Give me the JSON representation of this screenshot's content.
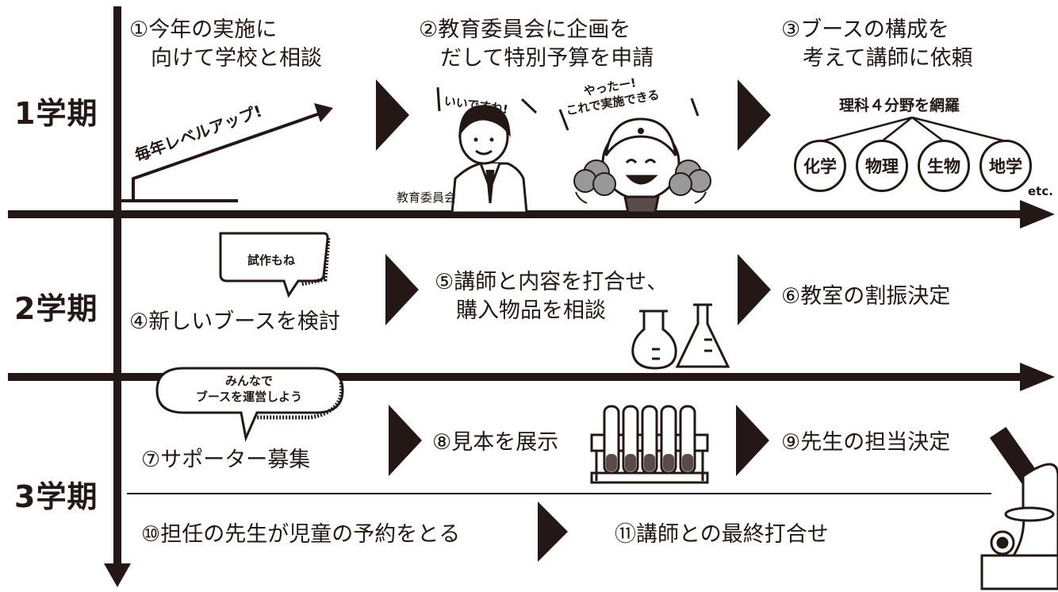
{
  "terms": [
    "1学期",
    "2学期",
    "3学期"
  ],
  "row1": {
    "step1": "①今年の実施に\n　向けて学校と相談",
    "step1_arrow_label": "毎年レベルアップ!",
    "step2": "②教育委員会に企画を\n　だして特別予算を申請",
    "step2_speech_official": "いいですね!",
    "step2_official_label": "教育委員会",
    "step2_speech_mascot": "やったー!\nこれで実施できる",
    "step3": "③ブースの構成を\n　考えて講師に依頼",
    "step3_heading": "理科４分野を網羅",
    "step3_fields": [
      "化学",
      "物理",
      "生物",
      "地学"
    ],
    "step3_etc": "etc."
  },
  "row2": {
    "bubble": "試作もね",
    "step4": "④新しいブースを検討",
    "step5": "⑤講師と内容を打合せ、\n　購入物品を相談",
    "step6": "⑥教室の割振決定"
  },
  "row3": {
    "bubble": "みんなで\nブースを運営しよう",
    "step7": "⑦サポーター募集",
    "step8": "⑧見本を展示",
    "step9": "⑨先生の担当決定",
    "step10": "⑩担任の先生が児童の予約をとる",
    "step11": "⑪講師との最終打合せ"
  },
  "colors": {
    "ink": "#231815",
    "paper": "#ffffff",
    "liquid": "#5a4a48"
  },
  "icons": [
    "flask-icon",
    "test-tube-rack-icon",
    "microscope-icon",
    "official-illustration",
    "mascot-illustration"
  ]
}
